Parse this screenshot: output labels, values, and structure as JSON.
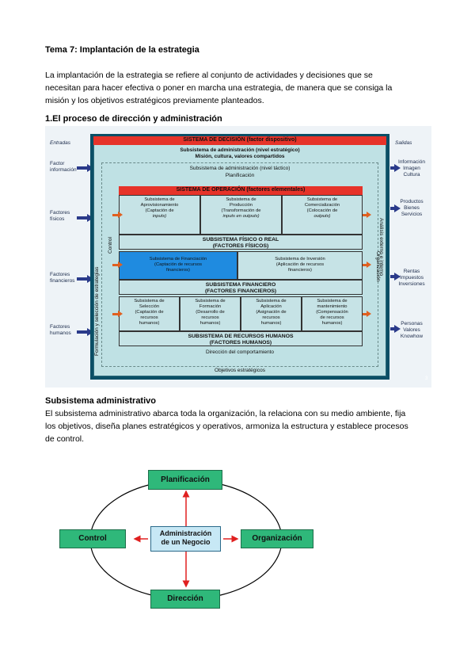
{
  "doc": {
    "title": "Tema 7: Implantación de la estrategia",
    "intro_lines": [
      "La implantación de la estrategia se refiere al conjunto de actividades y decisiones que se",
      "necesitan para hacer efectiva o poner en marcha una estrategia, de manera que se consiga la",
      "misión y los objetivos estratégicos previamente planteados."
    ],
    "section1": "1.El proceso de dirección y administración",
    "section2": "Subsistema administrativo",
    "section2_lines": [
      "El subsistema administrativo abarca toda la organización, la relaciona con su medio ambiente, fija",
      "los objetivos, diseña planes estratégicos y operativos, armoniza la estructura y establece procesos",
      "de control."
    ]
  },
  "fig1": {
    "entradas": "Entradas",
    "salidas": "Salidas",
    "left_items": [
      "Factor",
      "información",
      "Factores",
      "físicos",
      "Factores",
      "financieros",
      "Factores",
      "humanos"
    ],
    "right_items": [
      "Información",
      "Imagen",
      "Cultura",
      "Productos",
      "Bienes",
      "Servicios",
      "Rentas",
      "Impuestos",
      "Inversiones",
      "Personas",
      "Valores",
      "Knowhow"
    ],
    "decision": "SISTEMA DE DECISIÓN (factor dispositivo)",
    "admin_strat_1": "Subsistema de administración (nivel estratégico)",
    "admin_strat_2": "Misión, cultura, valores compartidos",
    "admin_tact_1": "Subsistema de administración (nivel táctico)",
    "admin_tact_2": "Planificación",
    "operacion": "SISTEMA DE OPERACIÓN (factores elementales)",
    "op_cells": [
      [
        "Subsistema de",
        "Aprovisionamiento",
        "(Captación de",
        "inputs)"
      ],
      [
        "Subsistema de",
        "Producción",
        "(Transformación de",
        "inputs en outputs)"
      ],
      [
        "Subsistema de",
        "Comercialización",
        "(Colocación de",
        "outputs)"
      ]
    ],
    "fisico_1": "SUBSISTEMA FÍSICO O REAL",
    "fisico_2": "(FACTORES FÍSICOS)",
    "fin_cells": [
      [
        "Subsistema de Financiación",
        "(Captación de recursos",
        "financieros)"
      ],
      [
        "Subsistema de Inversión",
        "(Aplicación de recursos",
        "financieros)"
      ]
    ],
    "financiero_1": "SUBSISTEMA FINANCIERO",
    "financiero_2": "(FACTORES FINANCIEROS)",
    "hum_cells": [
      [
        "Subsistema de",
        "Selección",
        "(Captación de",
        "recursos",
        "humanos)"
      ],
      [
        "Subsistema de",
        "Formación",
        "(Desarrollo de",
        "recursos",
        "humanos)"
      ],
      [
        "Subsistema de",
        "Aplicación",
        "(Asignación de",
        "recursos",
        "humanos)"
      ],
      [
        "Subsistema de",
        "mantenimiento",
        "(Compensación",
        "de recursos",
        "humanos)"
      ]
    ],
    "humanos_1": "SUBSISTEMA DE RECURSOS HUMANOS",
    "humanos_2": "(FACTORES HUMANOS)",
    "direccion": "Dirección del comportamiento",
    "objetivos": "Objetivos estratégicos",
    "left_vertical": "Formulación y selección de estrategias",
    "control_vertical": "Control",
    "org_vertical": "Organización",
    "right_vertical": "Análisis externo e interno",
    "page_num": "3",
    "colors": {
      "red": "#e63329",
      "teal": "#0a4f66",
      "panel": "#bfe1e4",
      "blue": "#1f8be0",
      "arrow": "#2a3a8a",
      "orange": "#e06020"
    }
  },
  "fig2": {
    "center": [
      "Administración",
      "de un Negocio"
    ],
    "top": "Planificación",
    "left": "Control",
    "right": "Organización",
    "bottom": "Dirección",
    "colors": {
      "green": "#2fb87a",
      "center": "#c7e8f5",
      "arrow": "#e02020"
    }
  }
}
